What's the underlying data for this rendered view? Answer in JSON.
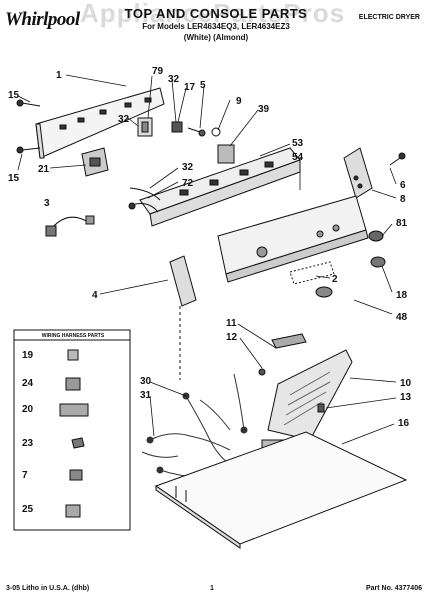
{
  "header": {
    "brand": "Whirlpool",
    "watermark": "AppliancePartsPros",
    "title": "TOP AND CONSOLE PARTS",
    "subtitle": "For Models LER4634EQ3, LER4634EZ3",
    "variants": "(White)   (Almond)",
    "doc_type": "ELECTRIC DRYER"
  },
  "callouts": [
    "1",
    "15",
    "15",
    "79",
    "32",
    "17",
    "5",
    "9",
    "39",
    "32",
    "21",
    "32",
    "72",
    "53",
    "54",
    "6",
    "8",
    "3",
    "81",
    "4",
    "2",
    "18",
    "48",
    "11",
    "12",
    "10",
    "30",
    "31",
    "13",
    "16"
  ],
  "legend": {
    "title": "WIRING HARNESS PARTS",
    "items": [
      "19",
      "24",
      "20",
      "23",
      "7",
      "25"
    ]
  },
  "footer": {
    "left": "3-05 Litho in U.S.A. (dhb)",
    "center": "1",
    "right": "Part No. 4377406"
  }
}
